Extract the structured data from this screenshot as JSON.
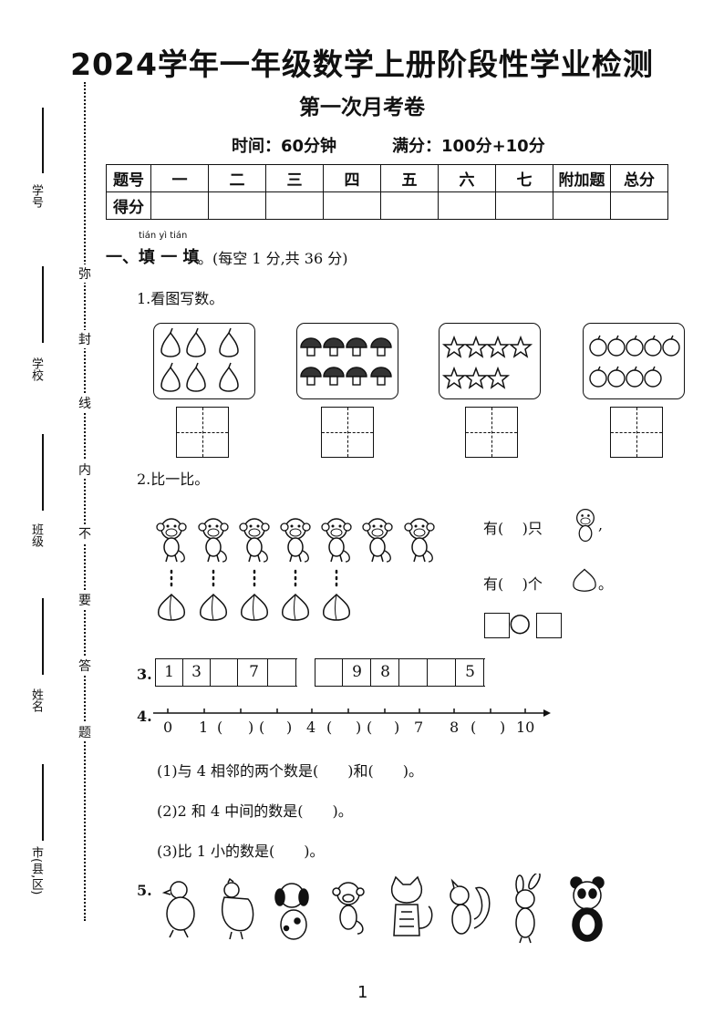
{
  "header": {
    "title": "2024学年一年级数学上册阶段性学业检测",
    "subtitle": "第一次月考卷",
    "time": "时间：60分钟",
    "full_score": "满分：100分+10分"
  },
  "score_table": {
    "row1": [
      "题号",
      "一",
      "二",
      "三",
      "四",
      "五",
      "六",
      "七",
      "附加题",
      "总分"
    ],
    "row2_label": "得分"
  },
  "sidebar": {
    "labels": [
      "学号",
      "学校",
      "班级",
      "姓名",
      "市(县,区)"
    ],
    "seal_chars": [
      "弥",
      "封",
      "线",
      "内",
      "不",
      "要",
      "答",
      "题"
    ]
  },
  "section1": {
    "pinyin": "tián yì tián",
    "heading": "一、填 一 填",
    "note": "。(每空 1 分,共 36 分)"
  },
  "q1": {
    "label": "1.看图写数。",
    "pictures": [
      "pear-icon",
      "mushroom-icon",
      "star-icon",
      "apple-icon"
    ]
  },
  "q2": {
    "label": "2.比一比。",
    "monkey_count_text": [
      "有(",
      ")只"
    ],
    "peach_count_text": [
      "有(",
      ")个"
    ],
    "compare_symbol": "○"
  },
  "q3": {
    "label": "3.",
    "seq1": [
      "1",
      "3",
      "",
      "7",
      ""
    ],
    "seq2": [
      "",
      "9",
      "8",
      "",
      "",
      "5"
    ]
  },
  "q4": {
    "label": "4.",
    "numberline": [
      "0",
      "1",
      "(",
      ")",
      "(",
      ")",
      "4",
      "(",
      ")",
      "(",
      ")",
      "7",
      "8",
      "(",
      ")",
      "10"
    ],
    "sub1": "(1)与 4 相邻的两个数是(　　)和(　　)。",
    "sub2": "(2)2 和 4 中间的数是(　　)。",
    "sub3": "(3)比 1 小的数是(　　)。"
  },
  "q5": {
    "label": "5.",
    "animals": [
      "duck-icon",
      "hen-icon",
      "dog-icon",
      "monkey-icon",
      "cat-icon",
      "squirrel-icon",
      "rabbit-icon",
      "panda-icon"
    ]
  },
  "footer": {
    "page_number": "1"
  }
}
